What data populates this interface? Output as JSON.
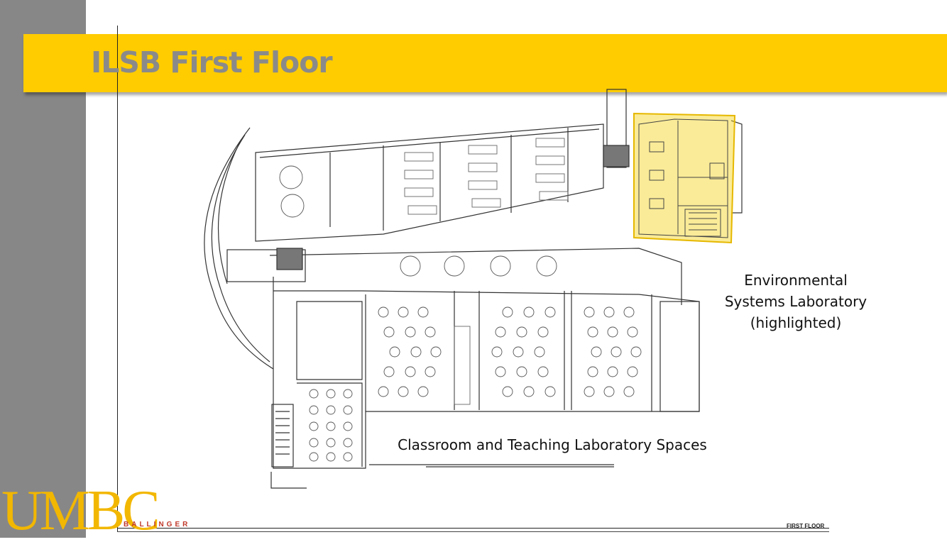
{
  "slide": {
    "title": "ILSB First Floor",
    "accent_color": "#ffcc00",
    "sidebar_color": "#878787",
    "highlight_color": "#f5d21a"
  },
  "labels": {
    "environmental": "Environmental Systems Laboratory (highlighted)",
    "classroom": "Classroom and Teaching Laboratory Spaces"
  },
  "logo": {
    "text": "UMBC",
    "partner": "BALLINGER"
  },
  "drawing": {
    "sheet_title": "FIRST FLOOR"
  }
}
